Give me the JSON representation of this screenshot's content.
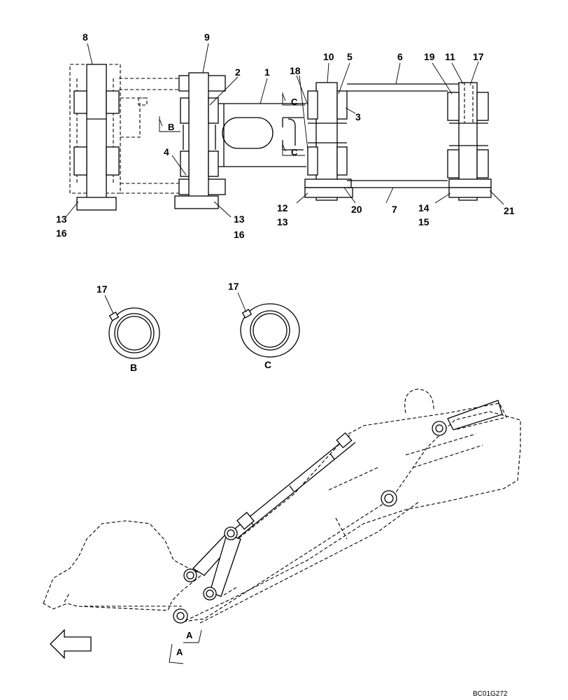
{
  "diagram": {
    "callouts": [
      {
        "id": "c8",
        "label": "8"
      },
      {
        "id": "c9",
        "label": "9"
      },
      {
        "id": "c2",
        "label": "2"
      },
      {
        "id": "c1",
        "label": "1"
      },
      {
        "id": "c18",
        "label": "18"
      },
      {
        "id": "c10",
        "label": "10"
      },
      {
        "id": "c5",
        "label": "5"
      },
      {
        "id": "c6",
        "label": "6"
      },
      {
        "id": "c19",
        "label": "19"
      },
      {
        "id": "c11",
        "label": "11"
      },
      {
        "id": "c17a",
        "label": "17"
      },
      {
        "id": "c3",
        "label": "3"
      },
      {
        "id": "c4",
        "label": "4"
      },
      {
        "id": "c13a",
        "label": "13"
      },
      {
        "id": "c16a",
        "label": "16"
      },
      {
        "id": "c13b",
        "label": "13"
      },
      {
        "id": "c16b",
        "label": "16"
      },
      {
        "id": "c12",
        "label": "12"
      },
      {
        "id": "c13c",
        "label": "13"
      },
      {
        "id": "c20",
        "label": "20"
      },
      {
        "id": "c7",
        "label": "7"
      },
      {
        "id": "c14",
        "label": "14"
      },
      {
        "id": "c15",
        "label": "15"
      },
      {
        "id": "c21",
        "label": "21"
      },
      {
        "id": "c17b",
        "label": "17"
      },
      {
        "id": "c17c",
        "label": "17"
      }
    ],
    "section_marks": [
      {
        "id": "sB",
        "label": "B"
      },
      {
        "id": "sC1",
        "label": "C"
      },
      {
        "id": "sC2",
        "label": "C"
      },
      {
        "id": "sA1",
        "label": "A"
      },
      {
        "id": "sA2",
        "label": "A"
      }
    ],
    "detail_views": [
      {
        "id": "vB",
        "label": "B"
      },
      {
        "id": "vC",
        "label": "C"
      }
    ],
    "drawing_code": "BC01G272"
  }
}
